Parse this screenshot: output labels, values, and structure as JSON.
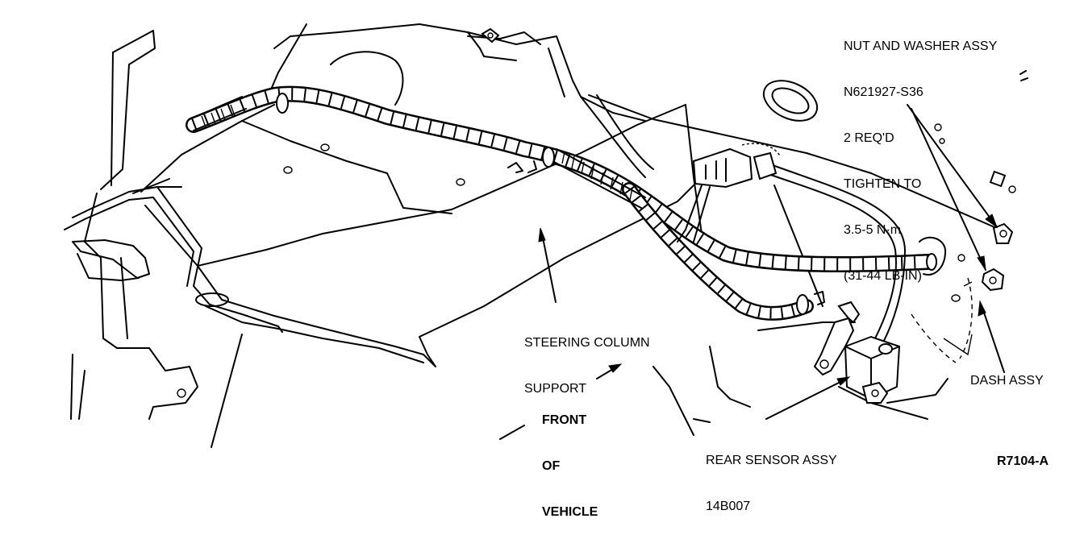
{
  "callouts": {
    "nut_washer": [
      "NUT AND WASHER ASSY",
      "N621927-S36",
      "2 REQ'D",
      "TIGHTEN TO",
      "3.5-5 N·m",
      "(31-44 LB-IN)"
    ],
    "steering_column": [
      "STEERING COLUMN",
      "SUPPORT"
    ],
    "front_of_vehicle": [
      "FRONT",
      "OF",
      "VEHICLE"
    ],
    "rear_sensor": [
      "REAR SENSOR ASSY",
      "14B007"
    ],
    "dash_assy": "DASH ASSY",
    "figure_code": "R7104-A"
  }
}
